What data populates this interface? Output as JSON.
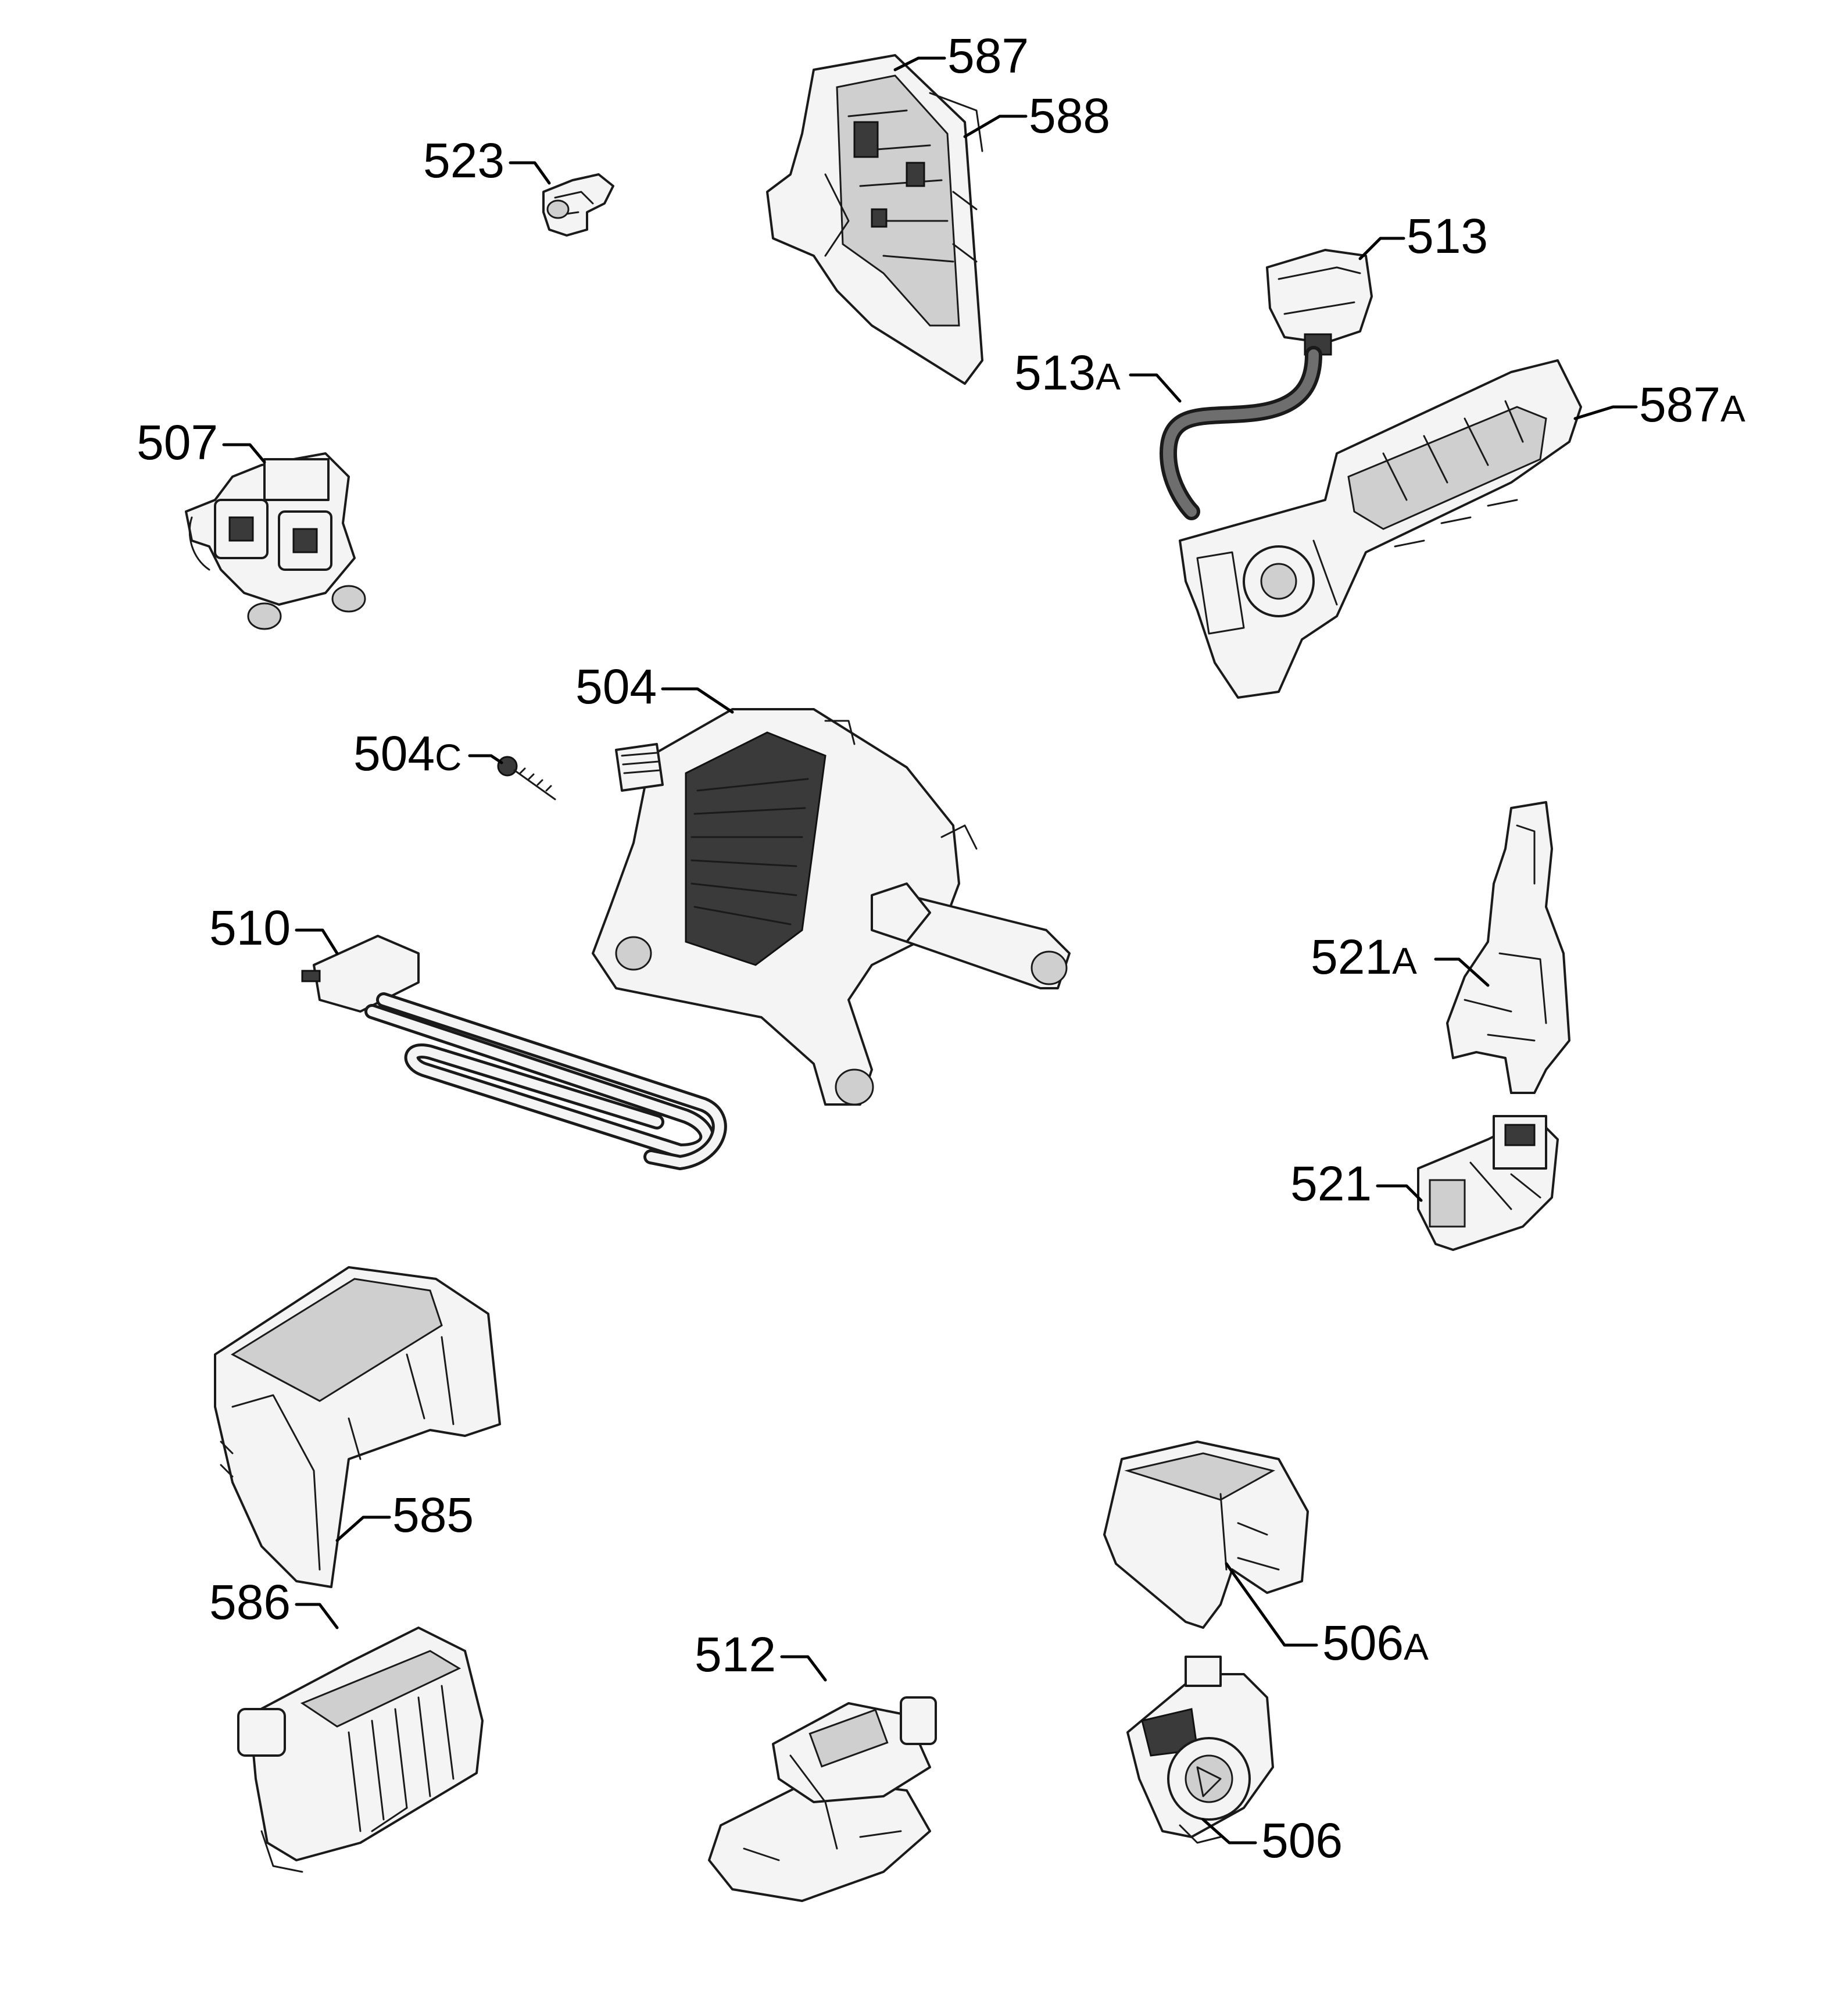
{
  "callouts": {
    "c587": {
      "num": "587",
      "suffix": ""
    },
    "c588": {
      "num": "588",
      "suffix": ""
    },
    "c523": {
      "num": "523",
      "suffix": ""
    },
    "c513": {
      "num": "513",
      "suffix": ""
    },
    "c513a": {
      "num": "513",
      "suffix": "A"
    },
    "c587a": {
      "num": "587",
      "suffix": "A"
    },
    "c507": {
      "num": "507",
      "suffix": ""
    },
    "c504": {
      "num": "504",
      "suffix": ""
    },
    "c504c": {
      "num": "504",
      "suffix": "C"
    },
    "c510": {
      "num": "510",
      "suffix": ""
    },
    "c521a": {
      "num": "521",
      "suffix": "A"
    },
    "c521": {
      "num": "521",
      "suffix": ""
    },
    "c585": {
      "num": "585",
      "suffix": ""
    },
    "c586": {
      "num": "586",
      "suffix": ""
    },
    "c512": {
      "num": "512",
      "suffix": ""
    },
    "c506a": {
      "num": "506",
      "suffix": "A"
    },
    "c506": {
      "num": "506",
      "suffix": ""
    }
  }
}
